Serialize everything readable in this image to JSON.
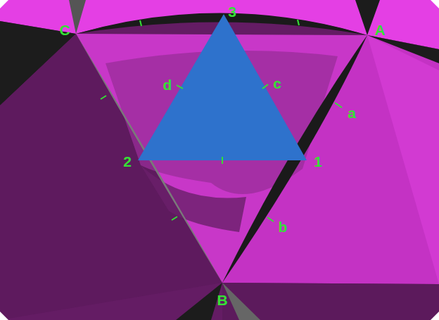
{
  "diagram": {
    "labels": [
      "C",
      "3",
      "A",
      "d",
      "c",
      "a",
      "2",
      "1",
      "b",
      "B"
    ]
  }
}
